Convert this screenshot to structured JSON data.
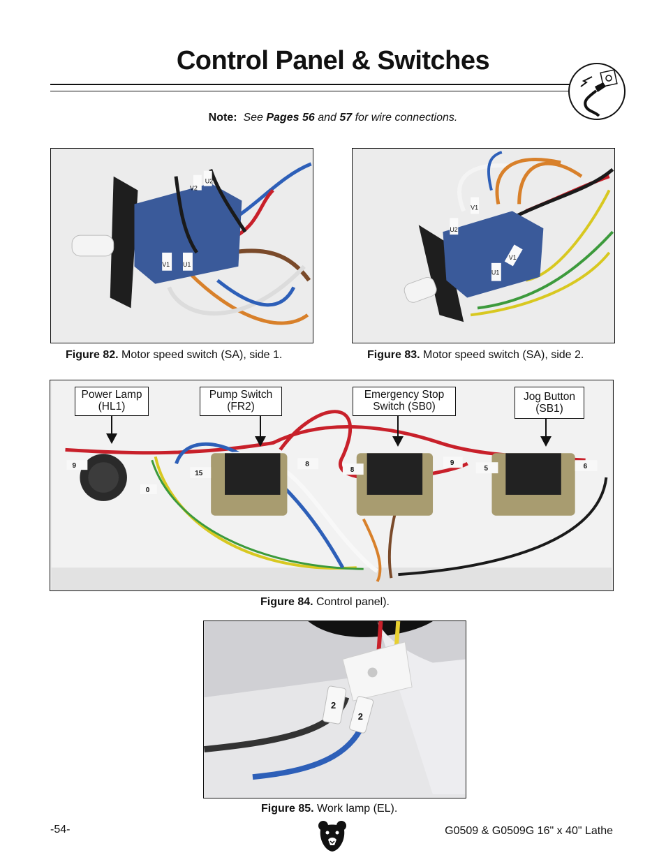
{
  "page": {
    "title": "Control Panel & Switches",
    "page_number": "-54-",
    "footer": "G0509 & G0509G 16\" x 40\" Lathe"
  },
  "note": {
    "label": "Note:",
    "see": "See",
    "pages_a": "Pages 56",
    "and": "and",
    "pages_b": "57",
    "rest": "for wire connections."
  },
  "figures": [
    {
      "number": "Figure 82.",
      "caption": "Motor speed switch (SA), side 1."
    },
    {
      "number": "Figure 83.",
      "caption": "Motor speed switch (SA), side 2."
    },
    {
      "number": "Figure 84.",
      "caption": "Control panel)."
    },
    {
      "number": "Figure 85.",
      "caption": "Work lamp (EL)."
    }
  ],
  "callouts": [
    {
      "line1": "Power Lamp",
      "line2": "(HL1)"
    },
    {
      "line1": "Pump Switch",
      "line2": "(FR2)"
    },
    {
      "line1": "Emergency Stop",
      "line2": "Switch (SB0)"
    },
    {
      "line1": "Jog Button",
      "line2": "(SB1)"
    }
  ],
  "wire_labels": {
    "fig82": [
      "V2",
      "U2",
      "V1",
      "U1"
    ],
    "fig83": [
      "U2",
      "V1",
      "V1",
      "U1"
    ],
    "fig84": [
      "9",
      "0",
      "15",
      "8",
      "8",
      "9",
      "5",
      "6"
    ],
    "fig85": [
      "2",
      "2"
    ]
  },
  "colors": {
    "text": "#111111",
    "wire_red": "#c8202a",
    "wire_blue": "#2d5fb8",
    "wire_brown": "#7a4a2a",
    "wire_black": "#1a1a1a",
    "wire_yellow": "#d8c820",
    "wire_green": "#3c9a3c",
    "wire_orange": "#d8802a",
    "switch_blue": "#3a5a9a"
  }
}
